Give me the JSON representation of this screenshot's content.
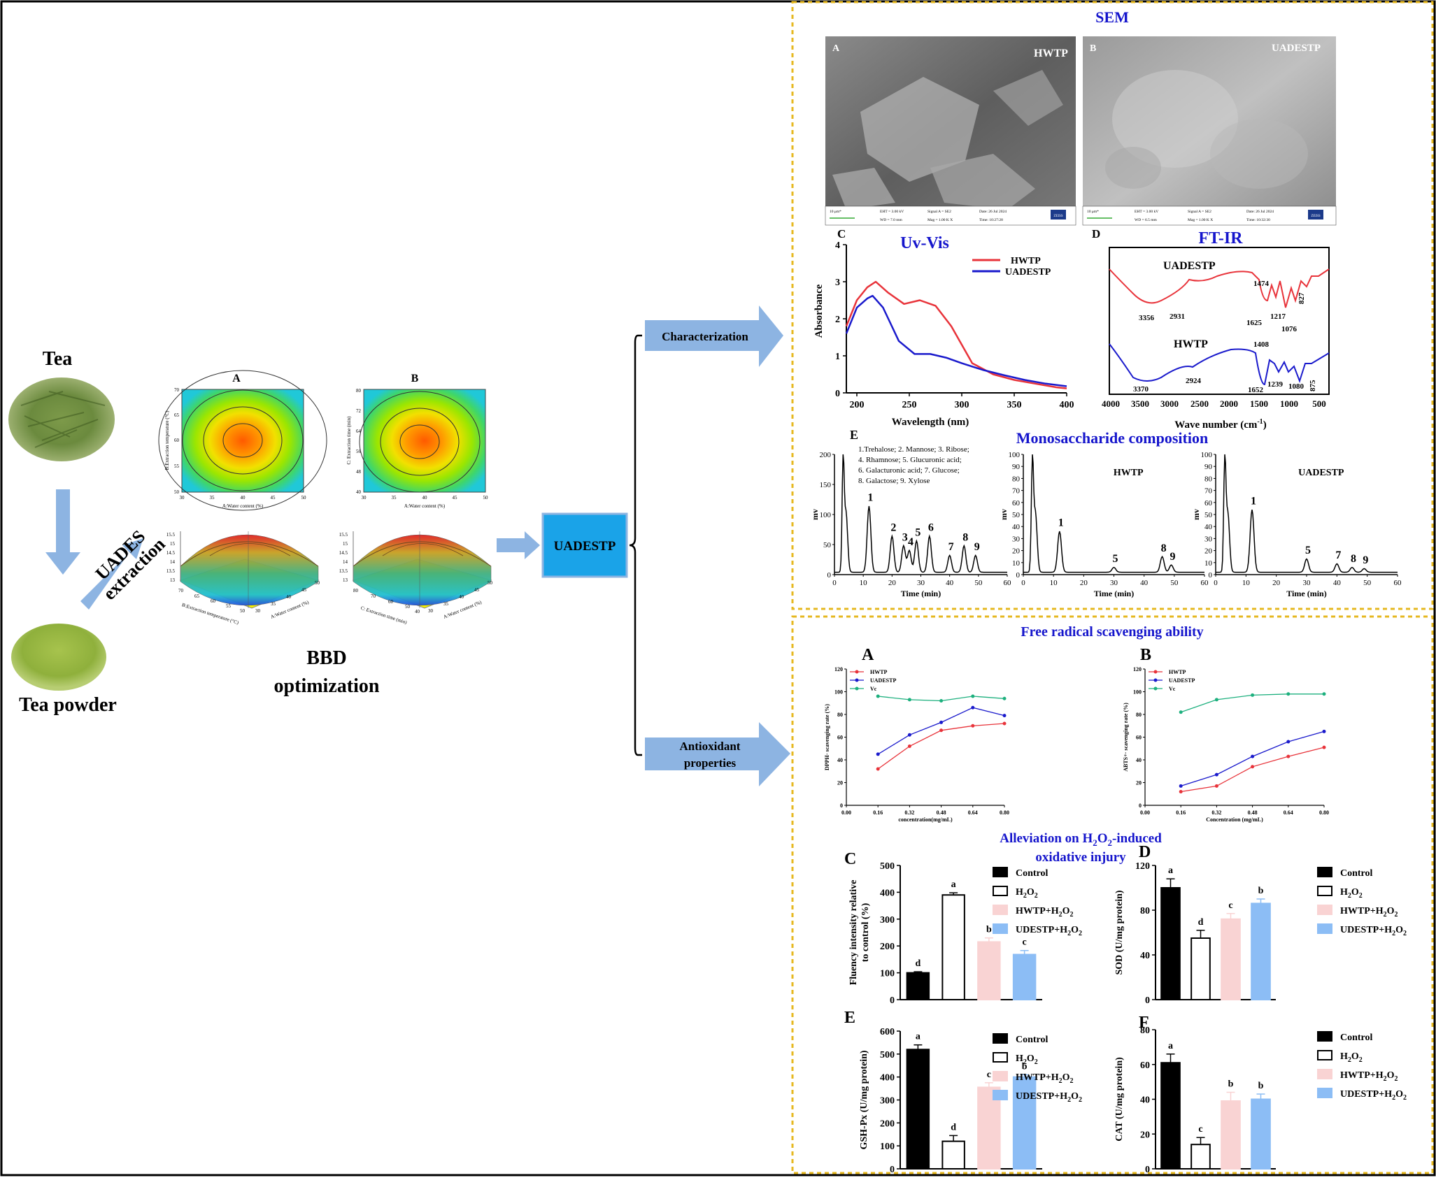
{
  "left": {
    "tea_label": "Tea",
    "tea_powder_label": "Tea powder",
    "uades_line1": "UADES",
    "uades_line2": "extraction",
    "bbd_line1": "BBD",
    "bbd_line2": "optimization",
    "contour": [
      {
        "panel": "A",
        "xlabel": "A:Water content (%)",
        "ylabel": "B:Extraction temperature (°C)",
        "xticks": [
          "30",
          "35",
          "40",
          "45",
          "50"
        ],
        "yticks": [
          "50",
          "55",
          "60",
          "65",
          "70"
        ]
      },
      {
        "panel": "B",
        "xlabel": "A:Water content (%)",
        "ylabel": "C: Extraction time (min)",
        "xticks": [
          "30",
          "35",
          "40",
          "45",
          "50"
        ],
        "yticks": [
          "40",
          "48",
          "56",
          "64",
          "72",
          "80"
        ]
      }
    ],
    "surface": [
      {
        "zticks": [
          "15.5",
          "15",
          "14.5",
          "14",
          "13.5",
          "13"
        ],
        "xlabel": "A:Water content (%)",
        "ylabel": "B:Extraction temperature (°C)",
        "xticks": [
          "30",
          "35",
          "40",
          "45",
          "50"
        ],
        "yticks": [
          "50",
          "55",
          "60",
          "65",
          "70"
        ]
      },
      {
        "zticks": [
          "15.5",
          "15",
          "14.5",
          "14",
          "13.5",
          "13"
        ],
        "xlabel": "A:Water content (%)",
        "ylabel": "C: Extraction time (min)",
        "xticks": [
          "30",
          "35",
          "40",
          "45",
          "50"
        ],
        "yticks": [
          "40",
          "50",
          "60",
          "70",
          "80"
        ]
      }
    ],
    "product_box": "UADESTP"
  },
  "branches": {
    "top": "Characterization",
    "bottom_line1": "Antioxidant",
    "bottom_line2": "properties"
  },
  "characterization": {
    "section_title": "SEM",
    "sem": [
      {
        "panel": "A",
        "label": "HWTP",
        "scale": "10 μm*",
        "eht": "EHT = 3.00 kV",
        "wd": "WD = 7.0 mm",
        "signal": "Signal A = SE2",
        "mag": "Mag = 1.00 K X",
        "date": "Date: 26 Jul 2024",
        "time": "Time: 10:27:28",
        "brand": "ZEISS"
      },
      {
        "panel": "B",
        "label": "UADESTP",
        "scale": "10 μm*",
        "eht": "EHT = 3.00 kV",
        "wd": "WD = 6.5 mm",
        "signal": "Signal A = SE2",
        "mag": "Mag = 1.00 K X",
        "date": "Date: 26 Jul 2024",
        "time": "Time: 10:32:30",
        "brand": "ZEISS"
      }
    ],
    "uv": {
      "panel": "C",
      "title": "Uv-Vis",
      "xlabel": "Wavelength (nm)",
      "ylabel": "Absorbance",
      "xticks": [
        "200",
        "250",
        "300",
        "350",
        "400"
      ],
      "yticks": [
        "0",
        "1",
        "2",
        "3",
        "4"
      ],
      "legend": [
        "HWTP",
        "UADESTP"
      ]
    },
    "ftir": {
      "panel": "D",
      "title": "FT-IR",
      "xlabel_main": "Wave number (cm",
      "xlabel_sup": "-1",
      "xlabel_end": ")",
      "xticks": [
        "4000",
        "3500",
        "3000",
        "2500",
        "2000",
        "1500",
        "1000",
        "500"
      ],
      "top_label": "UADESTP",
      "bottom_label": "HWTP",
      "top_peaks": [
        "3356",
        "2931",
        "1625",
        "1474",
        "1217",
        "1076",
        "827"
      ],
      "bottom_peaks": [
        "3370",
        "2924",
        "1652",
        "1408",
        "1239",
        "1080",
        "875"
      ]
    },
    "mono": {
      "panel": "E",
      "title": "Monosaccharide composition",
      "legend_lines": [
        "1.Trehalose; 2. Mannose; 3. Ribose;",
        "4. Rhamnose; 5. Glucuronic acid;",
        "6. Galacturonic acid; 7. Glucose;",
        "8. Galactose; 9. Xylose"
      ],
      "xlabel": "Time (min)",
      "ylabel": "mv",
      "plots": [
        {
          "label": "",
          "yticks": [
            "0",
            "50",
            "100",
            "150",
            "200"
          ],
          "xticks": [
            "0",
            "10",
            "20",
            "30",
            "40",
            "50",
            "60"
          ],
          "peaks": [
            "1",
            "2",
            "3",
            "4",
            "5",
            "6",
            "7",
            "8",
            "9"
          ]
        },
        {
          "label": "HWTP",
          "yticks": [
            "0",
            "10",
            "20",
            "30",
            "40",
            "50",
            "60",
            "70",
            "80",
            "90",
            "100"
          ],
          "xticks": [
            "0",
            "10",
            "20",
            "30",
            "40",
            "50",
            "60"
          ],
          "peaks": [
            "1",
            "5",
            "8",
            "9"
          ]
        },
        {
          "label": "UADESTP",
          "yticks": [
            "0",
            "10",
            "20",
            "30",
            "40",
            "50",
            "60",
            "70",
            "80",
            "90",
            "100"
          ],
          "xticks": [
            "0",
            "10",
            "20",
            "30",
            "40",
            "50",
            "60"
          ],
          "peaks": [
            "1",
            "5",
            "7",
            "8",
            "9"
          ]
        }
      ]
    }
  },
  "antioxidant": {
    "section_title": "Free radical scavenging ability",
    "alleviation_line1": "Alleviation on H",
    "alleviation_sub": "2",
    "alleviation_mid": "O",
    "alleviation_sub2": "2",
    "alleviation_end": "-induced",
    "alleviation_line2": "oxidative injury",
    "scav": [
      {
        "panel": "A",
        "ylabel": "DPPH· scavenging rate (%)",
        "xlabel": "concentration(mg/mL)",
        "xticks": [
          "0.00",
          "0.16",
          "0.32",
          "0.48",
          "0.64",
          "0.80"
        ],
        "yticks": [
          "0",
          "20",
          "40",
          "60",
          "80",
          "100",
          "120"
        ],
        "legend": [
          "HWTP",
          "UADESTP",
          "Vc"
        ]
      },
      {
        "panel": "B",
        "ylabel": "ABTS+· scavenging rate (%)",
        "xlabel": "Concentration (mg/mL)",
        "xticks": [
          "0.00",
          "0.16",
          "0.32",
          "0.48",
          "0.64",
          "0.80"
        ],
        "yticks": [
          "0",
          "20",
          "40",
          "60",
          "80",
          "100",
          "120"
        ],
        "legend": [
          "HWTP",
          "UADESTP",
          "Vc"
        ]
      }
    ],
    "bars": [
      {
        "panel": "C",
        "ylabel_line1": "Fluency intensity relative",
        "ylabel_line2": "to control (%)",
        "yticks": [
          "0",
          "100",
          "200",
          "300",
          "400",
          "500"
        ],
        "letters": [
          "d",
          "a",
          "b",
          "c"
        ]
      },
      {
        "panel": "D",
        "ylabel_line1": "SOD (U/mg protein)",
        "ylabel_line2": "",
        "yticks": [
          "0",
          "40",
          "80",
          "120"
        ],
        "letters": [
          "a",
          "d",
          "c",
          "b"
        ]
      },
      {
        "panel": "E",
        "ylabel_line1": "GSH-Px (U/mg protein)",
        "ylabel_line2": "",
        "yticks": [
          "0",
          "100",
          "200",
          "300",
          "400",
          "500",
          "600"
        ],
        "letters": [
          "a",
          "d",
          "c",
          "b"
        ]
      },
      {
        "panel": "F",
        "ylabel_line1": "CAT (U/mg protein)",
        "ylabel_line2": "",
        "yticks": [
          "0",
          "20",
          "40",
          "60",
          "80"
        ],
        "letters": [
          "a",
          "c",
          "b",
          "b"
        ]
      }
    ],
    "bar_legend": [
      "Control",
      "H2O2",
      "HWTP+H2O2",
      "UDESTP+H2O2"
    ]
  },
  "colors": {
    "arrow": "#8DB4E2",
    "accent_blue": "#1515CC",
    "product_box": "#1AA3E8",
    "dashed_border": "#E6B820",
    "hwtp_red": "#E8333A",
    "uadestp_blue": "#1A1ACC",
    "vc_green": "#1DB07E",
    "bar_pink": "#F9D3D3",
    "bar_blue": "#8CBDF5"
  },
  "chart_data": [
    {
      "type": "line",
      "title": "Uv-Vis",
      "xlabel": "Wavelength (nm)",
      "ylabel": "Absorbance",
      "xlim": [
        190,
        400
      ],
      "ylim": [
        0,
        4
      ],
      "series": [
        {
          "name": "HWTP",
          "x": [
            190,
            200,
            210,
            218,
            230,
            245,
            260,
            275,
            290,
            310,
            330,
            350,
            370,
            390,
            400
          ],
          "values": [
            1.8,
            2.5,
            2.85,
            3.0,
            2.7,
            2.4,
            2.5,
            2.35,
            1.8,
            0.8,
            0.5,
            0.35,
            0.25,
            0.15,
            0.12
          ]
        },
        {
          "name": "UADESTP",
          "x": [
            190,
            200,
            210,
            215,
            225,
            240,
            255,
            270,
            285,
            300,
            320,
            340,
            360,
            380,
            400
          ],
          "values": [
            1.6,
            2.3,
            2.55,
            2.62,
            2.3,
            1.4,
            1.05,
            1.05,
            0.95,
            0.8,
            0.62,
            0.48,
            0.35,
            0.25,
            0.18
          ]
        }
      ]
    },
    {
      "type": "line",
      "title": "",
      "xlabel": "concentration(mg/mL)",
      "ylabel": "DPPH· scavenging rate (%)",
      "xlim": [
        0,
        0.8
      ],
      "ylim": [
        0,
        120
      ],
      "x": [
        0.16,
        0.32,
        0.48,
        0.64,
        0.8
      ],
      "series": [
        {
          "name": "HWTP",
          "values": [
            32,
            52,
            66,
            70,
            72
          ]
        },
        {
          "name": "UADESTP",
          "values": [
            45,
            62,
            73,
            86,
            79
          ]
        },
        {
          "name": "Vc",
          "values": [
            96,
            93,
            92,
            96,
            94
          ]
        }
      ]
    },
    {
      "type": "line",
      "title": "",
      "xlabel": "Concentration (mg/mL)",
      "ylabel": "ABTS+· scavenging rate (%)",
      "xlim": [
        0,
        0.8
      ],
      "ylim": [
        0,
        120
      ],
      "x": [
        0.16,
        0.32,
        0.48,
        0.64,
        0.8
      ],
      "series": [
        {
          "name": "HWTP",
          "values": [
            12,
            17,
            34,
            43,
            51
          ]
        },
        {
          "name": "UADESTP",
          "values": [
            17,
            27,
            43,
            56,
            65
          ]
        },
        {
          "name": "Vc",
          "values": [
            82,
            93,
            97,
            98,
            98
          ]
        }
      ]
    },
    {
      "type": "bar",
      "ylabel": "Fluency intensity relative to control (%)",
      "ylim": [
        0,
        500
      ],
      "categories": [
        "Control",
        "H2O2",
        "HWTP+H2O2",
        "UDESTP+H2O2"
      ],
      "values": [
        100,
        390,
        215,
        168
      ],
      "errors": [
        4,
        8,
        15,
        15
      ]
    },
    {
      "type": "bar",
      "ylabel": "SOD (U/mg protein)",
      "ylim": [
        0,
        120
      ],
      "categories": [
        "Control",
        "H2O2",
        "HWTP+H2O2",
        "UDESTP+H2O2"
      ],
      "values": [
        100,
        55,
        72,
        86
      ],
      "errors": [
        8,
        7,
        5,
        4
      ]
    },
    {
      "type": "bar",
      "ylabel": "GSH-Px (U/mg protein)",
      "ylim": [
        0,
        600
      ],
      "categories": [
        "Control",
        "H2O2",
        "HWTP+H2O2",
        "UDESTP+H2O2"
      ],
      "values": [
        520,
        120,
        355,
        400
      ],
      "errors": [
        20,
        25,
        20,
        10
      ]
    },
    {
      "type": "bar",
      "ylabel": "CAT (U/mg protein)",
      "ylim": [
        0,
        80
      ],
      "categories": [
        "Control",
        "H2O2",
        "HWTP+H2O2",
        "UDESTP+H2O2"
      ],
      "values": [
        61,
        14,
        39,
        40
      ],
      "errors": [
        5,
        4,
        5,
        3
      ]
    }
  ]
}
